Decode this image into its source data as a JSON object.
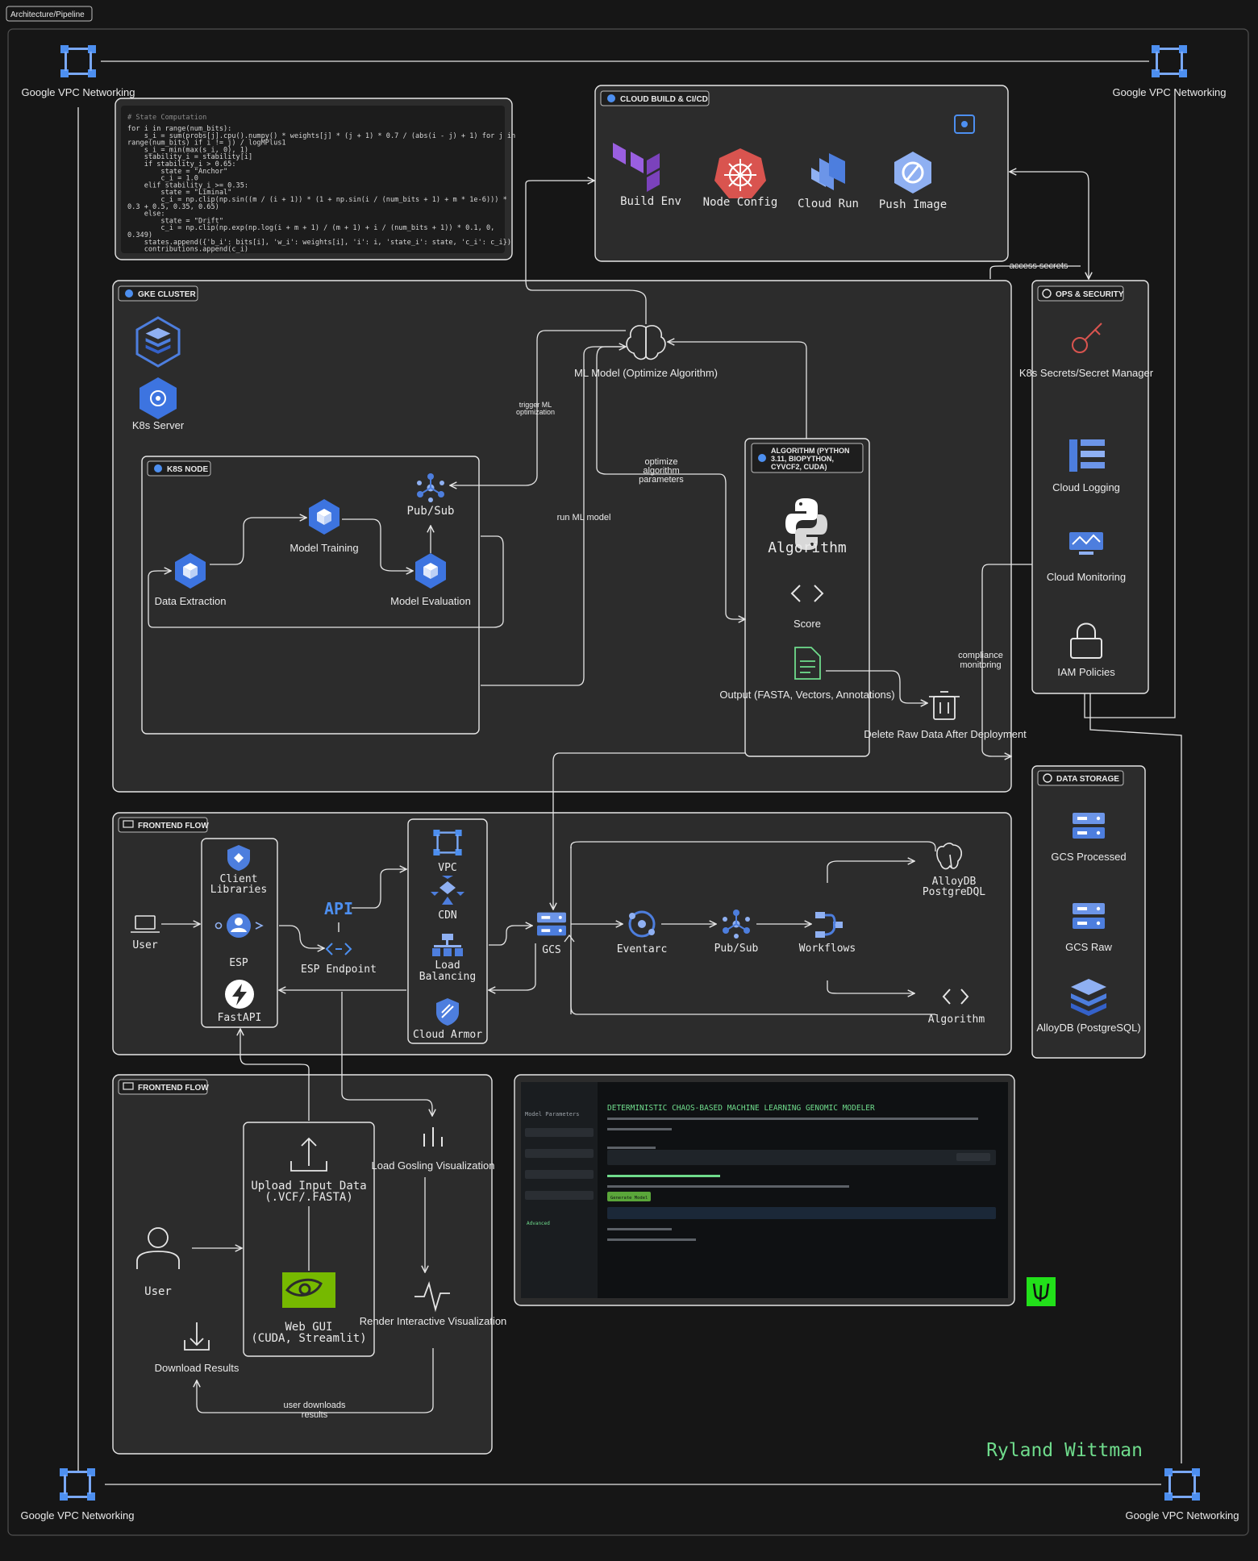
{
  "page_tag": "Architecture/Pipeline",
  "signature": "Ryland Wittman",
  "vpc": {
    "top_left": "Google VPC Networking",
    "top_right": "Google VPC Networking",
    "bottom_left": "Google VPC Networking",
    "bottom_right": "Google VPC Networking"
  },
  "code": {
    "comment": "# State Computation",
    "lines": [
      "for i in range(num_bits):",
      "    s_i = sum(probs[j].cpu().numpy() * weights[j] * (j + 1) * 0.7 / (abs(i - j) + 1) for j in",
      "range(num_bits) if i != j) / logMPlus1",
      "    s_i = min(max(s_i, 0), 1)",
      "    stability_i = stability[i]",
      "    if stability_i > 0.65:",
      "        state = \"Anchor\"",
      "        c_i = 1.0",
      "    elif stability_i >= 0.35:",
      "        state = \"Liminal\"",
      "        c_i = np.clip(np.sin((m / (i + 1)) * (1 + np.sin(i / (num_bits + 1) + m * 1e-6))) *",
      "0.3 + 0.5, 0.35, 0.65)",
      "    else:",
      "        state = \"Drift\"",
      "        c_i = np.clip(np.exp(np.log(i + m + 1) / (m + 1) + i / (num_bits + 1)) * 0.1, 0,",
      "0.349)",
      "    states.append({'b_i': bits[i], 'w_i': weights[i], 'i': i, 'state_i': state, 'c_i': c_i})",
      "    contributions.append(c_i)"
    ]
  },
  "cloud_build": {
    "title": "CLOUD BUILD & CI/CD",
    "items": [
      "Build Env",
      "Node Config",
      "Cloud Run",
      "Push Image"
    ]
  },
  "gke": {
    "title": "GKE CLUSTER",
    "k8s_server": "K8s Server",
    "ml_model": "ML Model (Optimize Algorithm)",
    "k8s_node_title": "K8S NODE",
    "pubsub": "Pub/Sub",
    "model_training": "Model Training",
    "data_extraction": "Data Extraction",
    "model_evaluation": "Model Evaluation",
    "algo_title_1": "ALGORITHM (PYTHON",
    "algo_title_2": "3.11, BIOPYTHON,",
    "algo_title_3": "CYVCF2, CUDA)",
    "algorithm": "Algorithm",
    "score": "Score",
    "output": "Output (FASTA, Vectors, Annotations)",
    "delete_raw": "Delete Raw Data After Deployment",
    "edge_trigger_1": "trigger ML",
    "edge_trigger_2": "optimization",
    "edge_run": "run ML model",
    "edge_opt_1": "optimize",
    "edge_opt_2": "algorithm",
    "edge_opt_3": "parameters"
  },
  "ops": {
    "title": "OPS & SECURITY",
    "secrets": "K8s Secrets/Secret Manager",
    "logging": "Cloud Logging",
    "monitoring": "Cloud Monitoring",
    "iam": "IAM Policies",
    "edge_access": "access secrets",
    "edge_compliance_1": "compliance",
    "edge_compliance_2": "monitoring"
  },
  "storage": {
    "title": "DATA STORAGE",
    "gcs_processed": "GCS Processed",
    "gcs_raw": "GCS Raw",
    "alloydb": "AlloyDB (PostgreSQL)"
  },
  "frontend1": {
    "title": "FRONTEND FLOW",
    "user": "User",
    "client_libs_1": "Client",
    "client_libs_2": "Libraries",
    "esp": "ESP",
    "fastapi": "FastAPI",
    "api": "API",
    "esp_endpoint": "ESP Endpoint",
    "vpc": "VPC",
    "cdn": "CDN",
    "lb_1": "Load",
    "lb_2": "Balancing",
    "armor": "Cloud Armor",
    "gcs": "GCS",
    "eventarc": "Eventarc",
    "pubsub": "Pub/Sub",
    "workflows": "Workflows",
    "alloy_1": "AlloyDB",
    "alloy_2": "PostgreDQL",
    "algorithm": "Algorithm"
  },
  "frontend2": {
    "title": "FRONTEND FLOW",
    "upload_1": "Upload Input Data",
    "upload_2": "(.VCF/.FASTA)",
    "gosling": "Load Gosling Visualization",
    "user": "User",
    "webgui_1": "Web GUI",
    "webgui_2": "(CUDA, Streamlit)",
    "render": "Render Interactive Visualization",
    "download": "Download Results",
    "edge_dl_1": "user downloads",
    "edge_dl_2": "results"
  },
  "shot": {
    "title": "DETERMINISTIC CHAOS-BASED MACHINE LEARNING GENOMIC MODELER",
    "sidebar_head": "Model Parameters",
    "advanced": "Advanced",
    "btn": "Generate Model"
  },
  "colors": {
    "bg": "#161616",
    "box": "#2c2c2c",
    "line": "#e6e6e6",
    "vpc_blue": "#4d8ff0",
    "gcp_blue": "#3d74e0",
    "python_white": "#e8e8e8",
    "terraform": "#7b42bc",
    "k8s_red": "#d9544f",
    "nvidia": "#76b900",
    "signature": "#6fdc8c",
    "logo_green": "#22e01a"
  }
}
